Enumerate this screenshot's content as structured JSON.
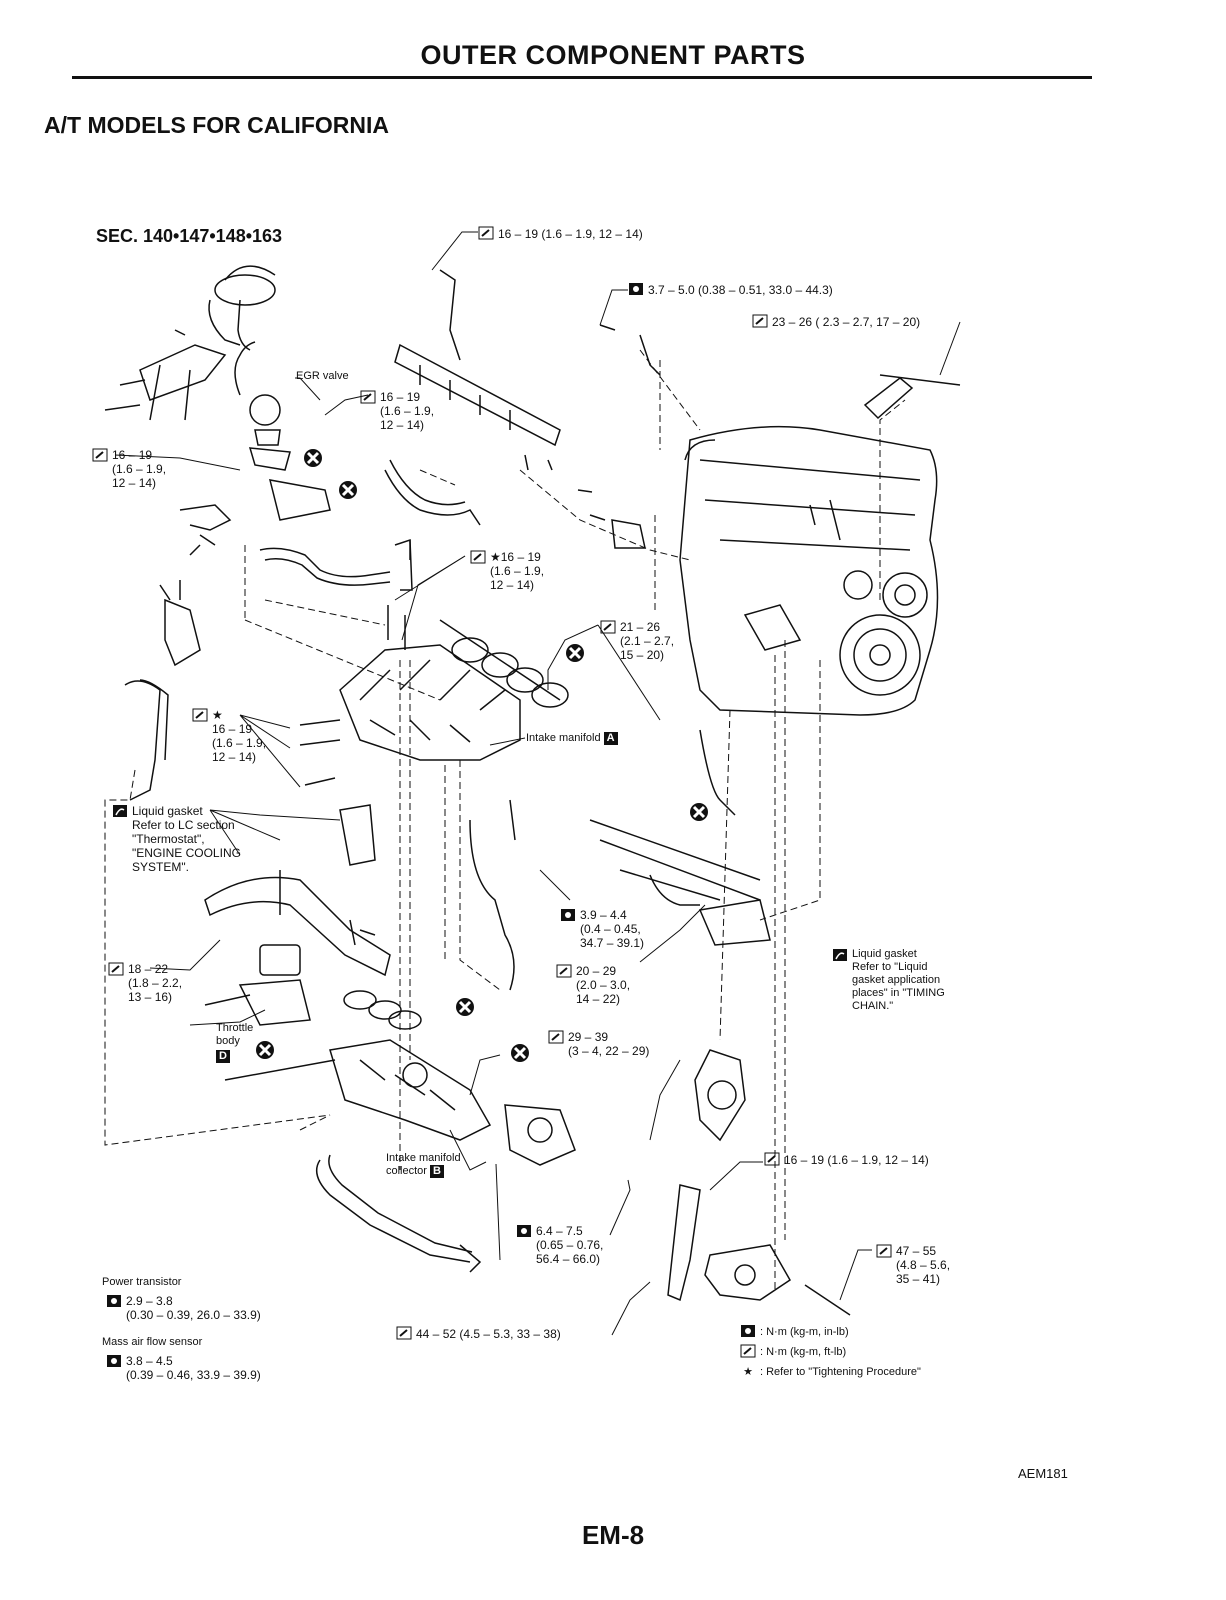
{
  "header": {
    "title": "OUTER COMPONENT PARTS",
    "section": "A/T MODELS FOR CALIFORNIA"
  },
  "diagram": {
    "sec": "SEC. 140•147•148•163",
    "icons": {
      "torque_nm_ft": "torque-wrench-icon",
      "torque_nm_in": "torque-socket-icon",
      "gasket": "liquid-gasket-icon",
      "replace": "do-not-reuse-icon",
      "star": "★"
    },
    "callouts": {
      "t_top_center": "16 – 19 (1.6 – 1.9, 12 – 14)",
      "t_top_right_in": "3.7 – 5.0 (0.38 – 0.51, 33.0 – 44.3)",
      "t_top_far_right": "23 – 26 ( 2.3 – 2.7, 17 – 20)",
      "t_egr": "16 – 19\n(1.6 – 1.9,\n12 – 14)",
      "t_left_upper": "16 – 19\n(1.6 – 1.9,\n12 – 14)",
      "t_star_mid": "★16 – 19\n(1.6 – 1.9,\n12 – 14)",
      "t_manifold_right": "21 – 26\n(2.1 – 2.7,\n15 – 20)",
      "t_star_left": "★\n16 – 19\n(1.6 – 1.9,\n12 – 14)",
      "t_liquid_left": "Liquid gasket\nRefer to LC section\n\"Thermostat\",\n\"ENGINE COOLING\nSYSTEM\".",
      "t_in_39": "3.9 – 4.4\n(0.4 – 0.45,\n34.7 – 39.1)",
      "t_20_29": "20 – 29\n(2.0 – 3.0,\n14 – 22)",
      "t_18_22": "18 – 22\n(1.8 – 2.2,\n13 – 16)",
      "t_29_39": "29 – 39\n(3 – 4, 22 – 29)",
      "t_liquid_right": "Liquid gasket\nRefer to \"Liquid\ngasket application\nplaces\" in \"TIMING\nCHAIN.\"",
      "t_16_19_lower": "16 – 19 (1.6 – 1.9, 12 – 14)",
      "t_in_64": "6.4 – 7.5\n(0.65 – 0.76,\n56.4 – 66.0)",
      "t_47_55": "47 – 55\n(4.8 – 5.6,\n35 – 41)",
      "t_44_52": "44 – 52 (4.5 – 5.3, 33 – 38)",
      "power_transistor_title": "Power transistor",
      "power_transistor_val": "2.9 – 3.8\n(0.30 – 0.39, 26.0 – 33.9)",
      "maf_title": "Mass air flow sensor",
      "maf_val": "3.8 – 4.5\n(0.39 – 0.46, 33.9 – 39.9)"
    },
    "labels": {
      "egr_valve": "EGR valve",
      "intake_manifold": "Intake manifold",
      "intake_manifold_badge": "A",
      "throttle_body": "Throttle\nbody",
      "throttle_body_badge": "D",
      "collector": "Intake manifold\ncollector",
      "collector_badge": "B"
    },
    "legend": {
      "in_lb": ": N·m (kg-m, in-lb)",
      "ft_lb": ": N·m (kg-m, ft-lb)",
      "star": ": Refer to \"Tightening Procedure\""
    }
  },
  "footer": {
    "code": "AEM181",
    "page": "EM-8"
  }
}
